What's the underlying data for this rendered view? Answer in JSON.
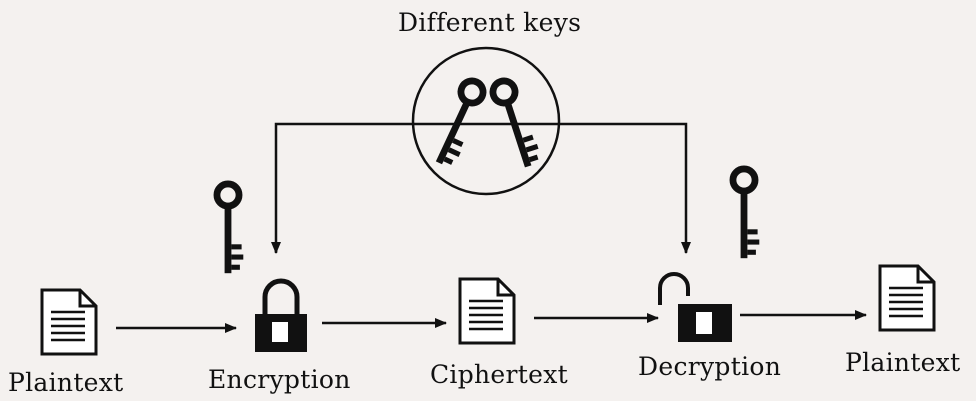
{
  "title": "Different keys",
  "labels": {
    "plaintext_in": "Plaintext",
    "encryption": "Encryption",
    "ciphertext": "Ciphertext",
    "decryption": "Decryption",
    "plaintext_out": "Plaintext"
  },
  "icons": {
    "keys_pair": "two-keys-icon",
    "encrypt_key": "key-icon",
    "decrypt_key": "key-icon",
    "locked": "padlock-closed-icon",
    "unlocked": "padlock-open-icon",
    "document": "document-icon"
  },
  "colors": {
    "ink": "#111111",
    "background": "#f4f1ef"
  }
}
